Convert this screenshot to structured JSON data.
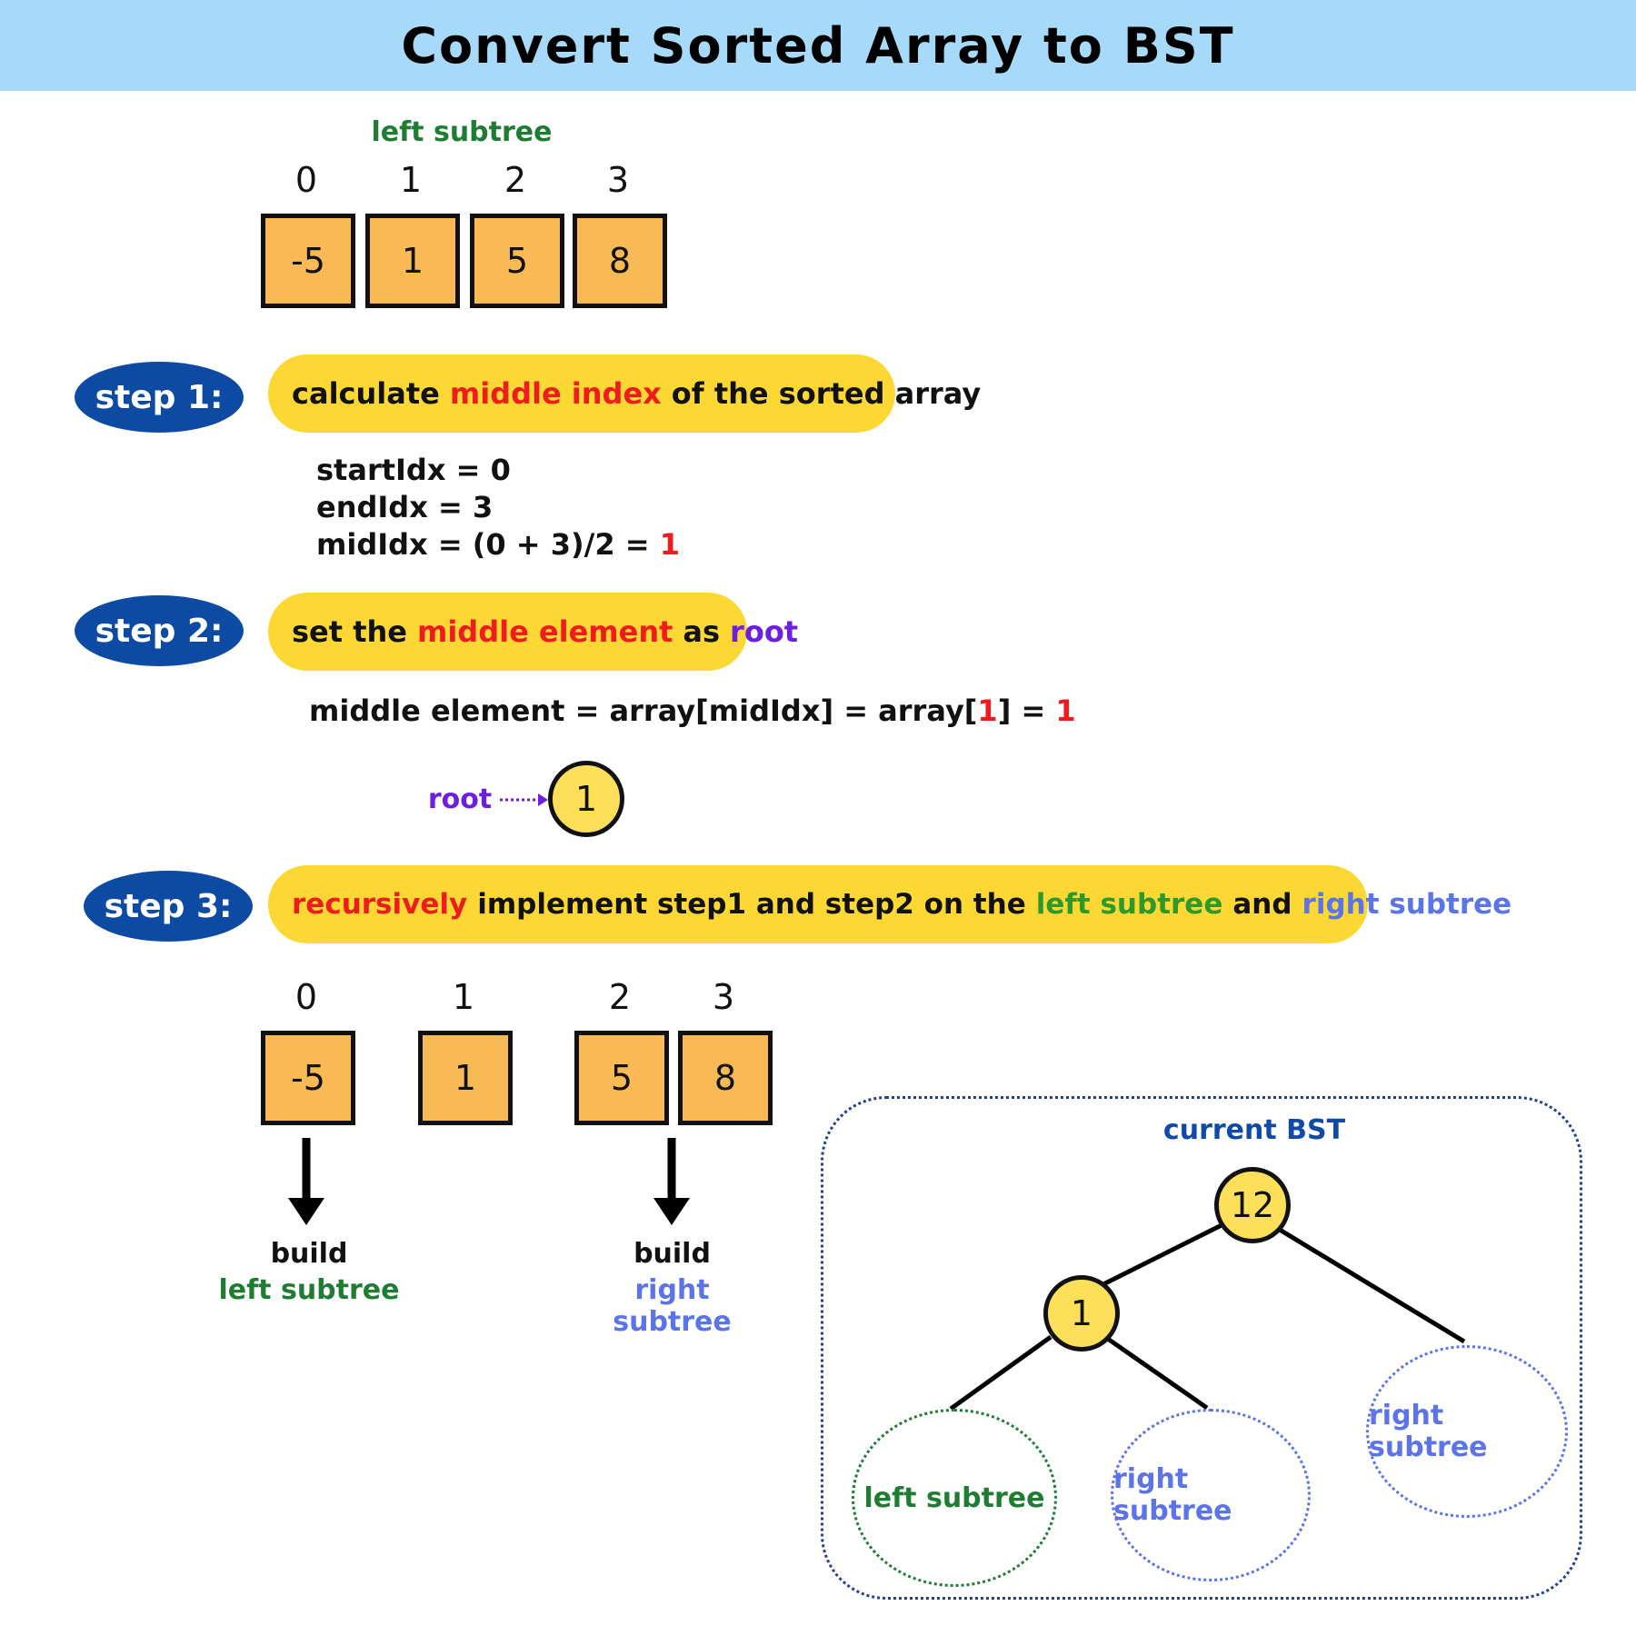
{
  "title": "Convert Sorted Array to BST",
  "top_array": {
    "label": "left subtree",
    "indices": [
      "0",
      "1",
      "2",
      "3"
    ],
    "values": [
      "-5",
      "1",
      "5",
      "8"
    ]
  },
  "step1": {
    "label": "step 1:",
    "text_a": "calculate",
    "text_b": "middle index",
    "text_c": "of the sorted array",
    "line1": "startIdx = 0",
    "line2": "endIdx = 3",
    "line3_a": "midIdx = (0 + 3)/2 =",
    "line3_b": "1"
  },
  "step2": {
    "label": "step 2:",
    "text_a": "set the",
    "text_b": "middle element",
    "text_c": "as",
    "text_d": "root",
    "formula_a": "middle element = array[midIdx] = array[",
    "formula_b": "1",
    "formula_c": "] =",
    "formula_d": "1",
    "root_label": "root",
    "root_value": "1"
  },
  "step3": {
    "label": "step 3:",
    "text_a": "recursively",
    "text_b": "implement step1 and step2 on the",
    "text_c": "left subtree",
    "text_d": "and",
    "text_e": "right subtree"
  },
  "split_array": {
    "indices": [
      "0",
      "1",
      "2",
      "3"
    ],
    "values": [
      "-5",
      "1",
      "5",
      "8"
    ]
  },
  "build_left": {
    "verb": "build",
    "target": "left subtree"
  },
  "build_right": {
    "verb": "build",
    "target": "right subtree"
  },
  "current_bst": {
    "title": "current BST",
    "root": "12",
    "left_child": "1",
    "leaf_left": "left subtree",
    "leaf_mid": "right subtree",
    "leaf_right": "right subtree"
  },
  "colors": {
    "header_bg": "#a6daf8",
    "cell_fill": "#f9b955",
    "step_pill": "#0d4aa4",
    "bar_fill": "#fdd835",
    "node_fill": "#fddf5a",
    "green": "#1e7d32",
    "red": "#ee1c1c",
    "purple": "#6d1ee0",
    "blue": "#5b75e8"
  }
}
